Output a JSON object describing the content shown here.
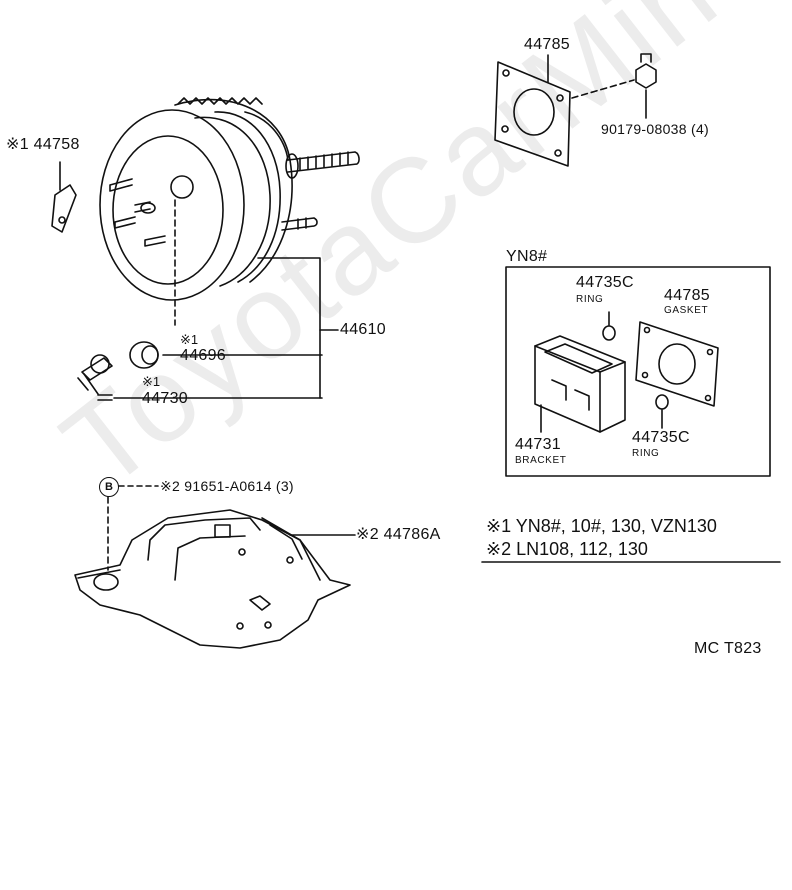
{
  "watermark": "ToyotaCarMine.ru",
  "labels": {
    "p44758": "※1 44758",
    "p44785_top": "44785",
    "p90179": "90179-08038 (4)",
    "p44610": "44610",
    "mark1a": "※1",
    "p44696": "44696",
    "mark1b": "※1",
    "p44730": "44730",
    "circle_b": "B",
    "p91651": "※2 91651-A0614 (3)",
    "p44786a": "※2 44786A",
    "code": "MC T823"
  },
  "inset": {
    "title": "YN8#",
    "ring_top_num": "44735C",
    "ring_top_txt": "RING",
    "gasket_num": "44785",
    "gasket_txt": "GASKET",
    "bracket_num": "44731",
    "bracket_txt": "BRACKET",
    "ring_bot_num": "44735C",
    "ring_bot_txt": "RING"
  },
  "notes": [
    "※1 YN8#, 10#, 130, VZN130",
    "※2 LN108, 112, 130"
  ]
}
